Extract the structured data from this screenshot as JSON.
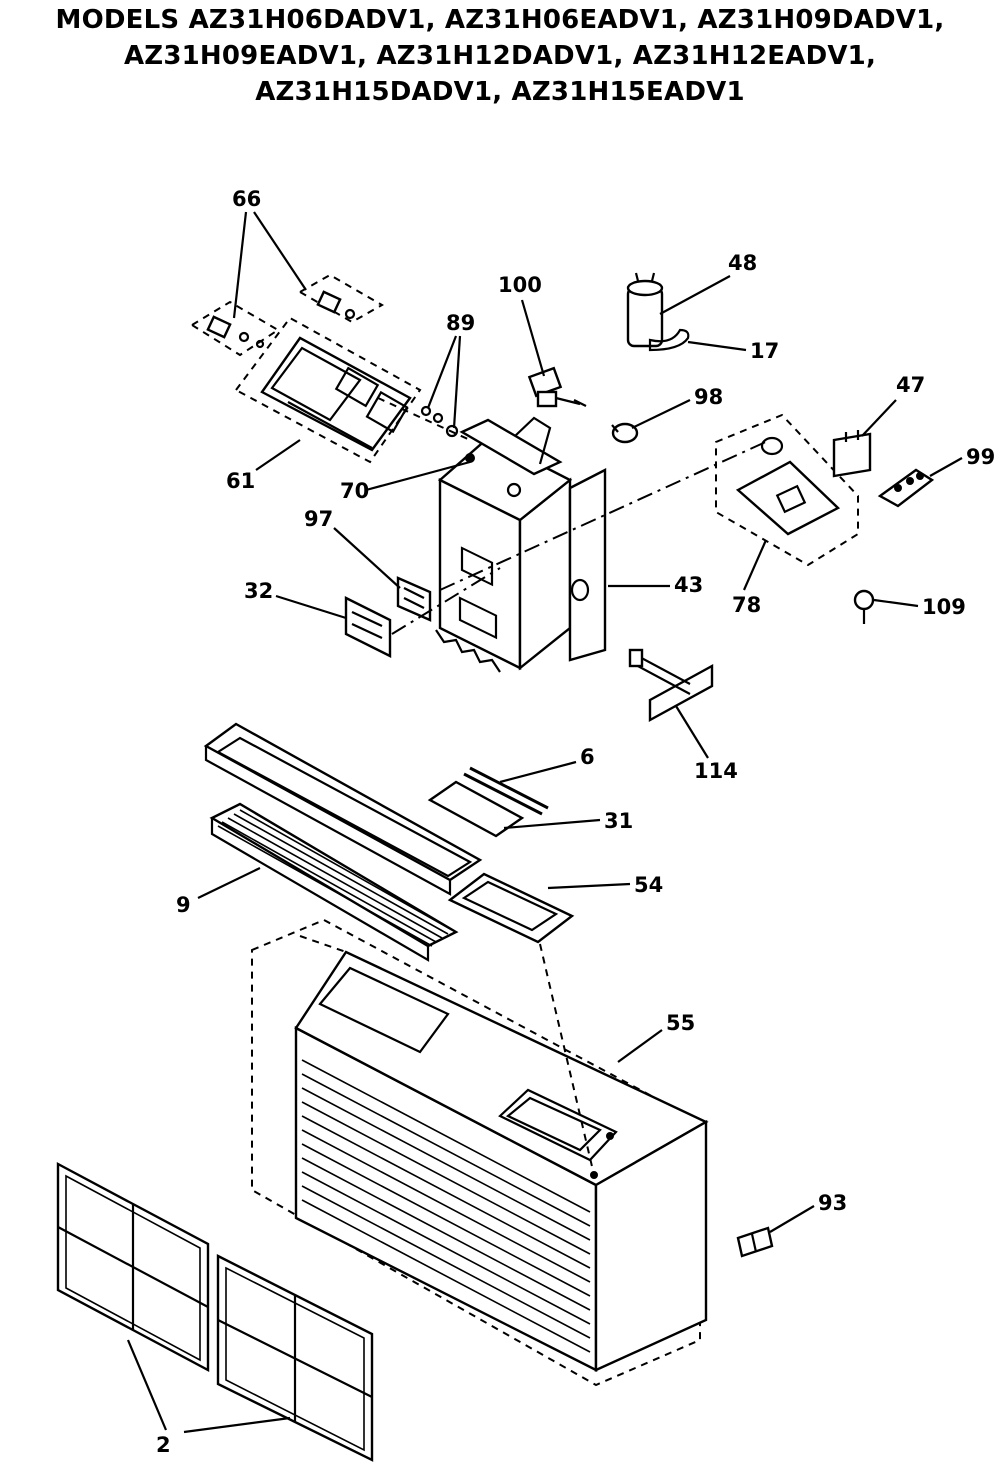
{
  "header": {
    "lines": [
      "MODELS AZ31H06DADV1, AZ31H06EADV1, AZ31H09DADV1,",
      "AZ31H09EADV1, AZ31H12DADV1, AZ31H12EADV1,",
      "AZ31H15DADV1, AZ31H15EADV1"
    ]
  },
  "callouts": {
    "c66": "66",
    "c89": "89",
    "c100": "100",
    "c48": "48",
    "c17": "17",
    "c98": "98",
    "c47": "47",
    "c99": "99",
    "c61": "61",
    "c70": "70",
    "c97": "97",
    "c32": "32",
    "c43": "43",
    "c78": "78",
    "c109": "109",
    "c114": "114",
    "c6": "6",
    "c31": "31",
    "c54": "54",
    "c9": "9",
    "c55": "55",
    "c93": "93",
    "c2": "2"
  }
}
